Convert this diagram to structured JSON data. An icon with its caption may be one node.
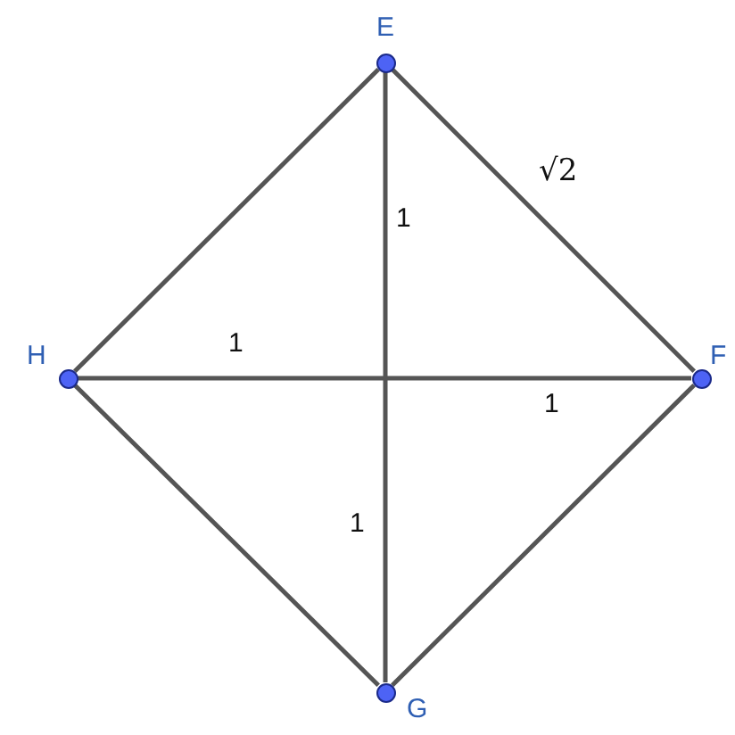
{
  "diagram": {
    "nodes": [
      {
        "text": [],
        "shape": "circle",
        "beside": [
          "E"
        ]
      },
      {
        "text": [],
        "shape": "circle",
        "beside": [
          "F"
        ]
      },
      {
        "text": [],
        "shape": "circle",
        "beside": [
          "G"
        ]
      },
      {
        "text": [],
        "shape": "circle",
        "beside": [
          "H"
        ]
      }
    ],
    "edges": [
      {
        "from": 3,
        "to": 0,
        "arrow": "none"
      },
      {
        "from": 0,
        "to": 1,
        "arrow": "none"
      },
      {
        "from": 1,
        "to": 2,
        "arrow": "none"
      },
      {
        "from": 2,
        "to": 3,
        "arrow": "none"
      },
      {
        "from": 0,
        "to": 2,
        "arrow": "none"
      },
      {
        "from": 3,
        "to": 1,
        "arrow": "none"
      }
    ],
    "labels": [
      "√2",
      "1",
      "1",
      "1",
      "1"
    ]
  }
}
